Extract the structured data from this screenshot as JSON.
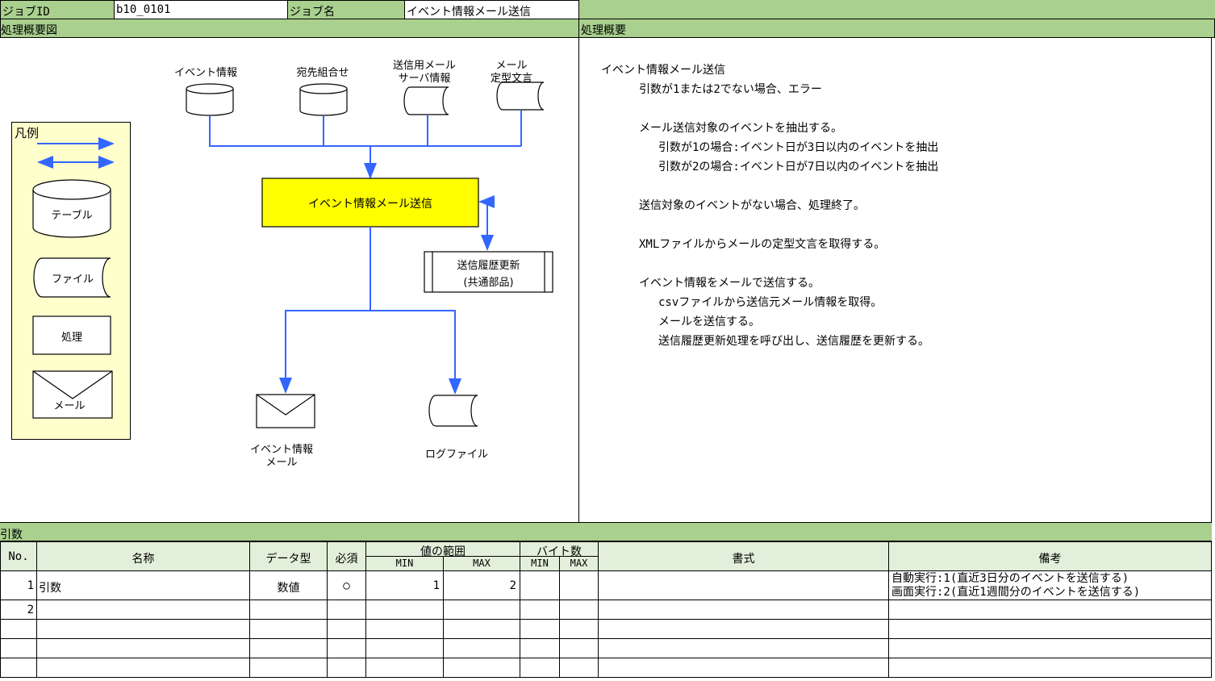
{
  "header": {
    "job_id_label": "ジョブID",
    "job_id_value": "b10_0101",
    "job_name_label": "ジョブ名",
    "job_name_value": "イベント情報メール送信"
  },
  "sections": {
    "diagram_title": "処理概要図",
    "summary_title": "処理概要",
    "args_title": "引数"
  },
  "legend": {
    "title": "凡例",
    "table": "テーブル",
    "file": "ファイル",
    "process": "処理",
    "mail": "メール"
  },
  "diagram": {
    "input_event_info": "イベント情報",
    "input_recipient_combo": "宛先組合せ",
    "input_mail_server_line1": "送信用メール",
    "input_mail_server_line2": "サーバ情報",
    "input_template_line1": "メール",
    "input_template_line2": "定型文言",
    "main_process": "イベント情報メール送信",
    "history_line1": "送信履歴更新",
    "history_line2": "(共通部品)",
    "output_mail_line1": "イベント情報",
    "output_mail_line2": "メール",
    "output_log": "ログファイル"
  },
  "summary_lines": [
    "イベント情報メール送信",
    "引数が1または2でない場合、エラー",
    "メール送信対象のイベントを抽出する。",
    "引数が1の場合:イベント日が3日以内のイベントを抽出",
    "引数が2の場合:イベント日が7日以内のイベントを抽出",
    "送信対象のイベントがない場合、処理終了。",
    "XMLファイルからメールの定型文言を取得する。",
    "イベント情報をメールで送信する。",
    "csvファイルから送信元メール情報を取得。",
    "メールを送信する。",
    "送信履歴更新処理を呼び出し、送信履歴を更新する。"
  ],
  "args_table": {
    "headers": {
      "no": "No.",
      "name": "名称",
      "data_type": "データ型",
      "required": "必須",
      "value_range": "値の範囲",
      "min": "MIN",
      "max": "MAX",
      "bytes": "バイト数",
      "bytes_min": "MIN",
      "bytes_max": "MAX",
      "format": "書式",
      "remarks": "備考"
    },
    "rows": [
      {
        "no": "1",
        "name": "引数",
        "data_type": "数値",
        "required": "○",
        "min": "1",
        "max": "2",
        "bytes_min": "",
        "bytes_max": "",
        "format": "",
        "remarks_line1": "自動実行:1(直近3日分のイベントを送信する)",
        "remarks_line2": "画面実行:2(直近1週間分のイベントを送信する)"
      },
      {
        "no": "2"
      }
    ]
  },
  "colors": {
    "header_green": "#a9d08e",
    "light_green": "#e2efda",
    "legend_yellow": "#ffffcc",
    "process_yellow": "#ffff00",
    "arrow_blue": "#3366ff"
  }
}
